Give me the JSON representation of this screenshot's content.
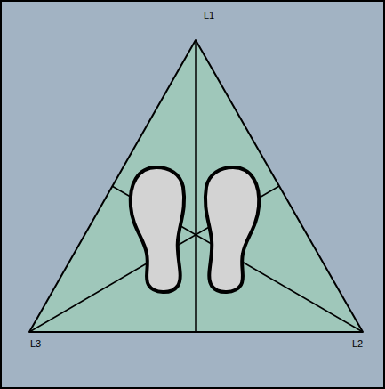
{
  "diagram": {
    "labels": [
      "L1",
      "L2",
      "L3"
    ]
  }
}
